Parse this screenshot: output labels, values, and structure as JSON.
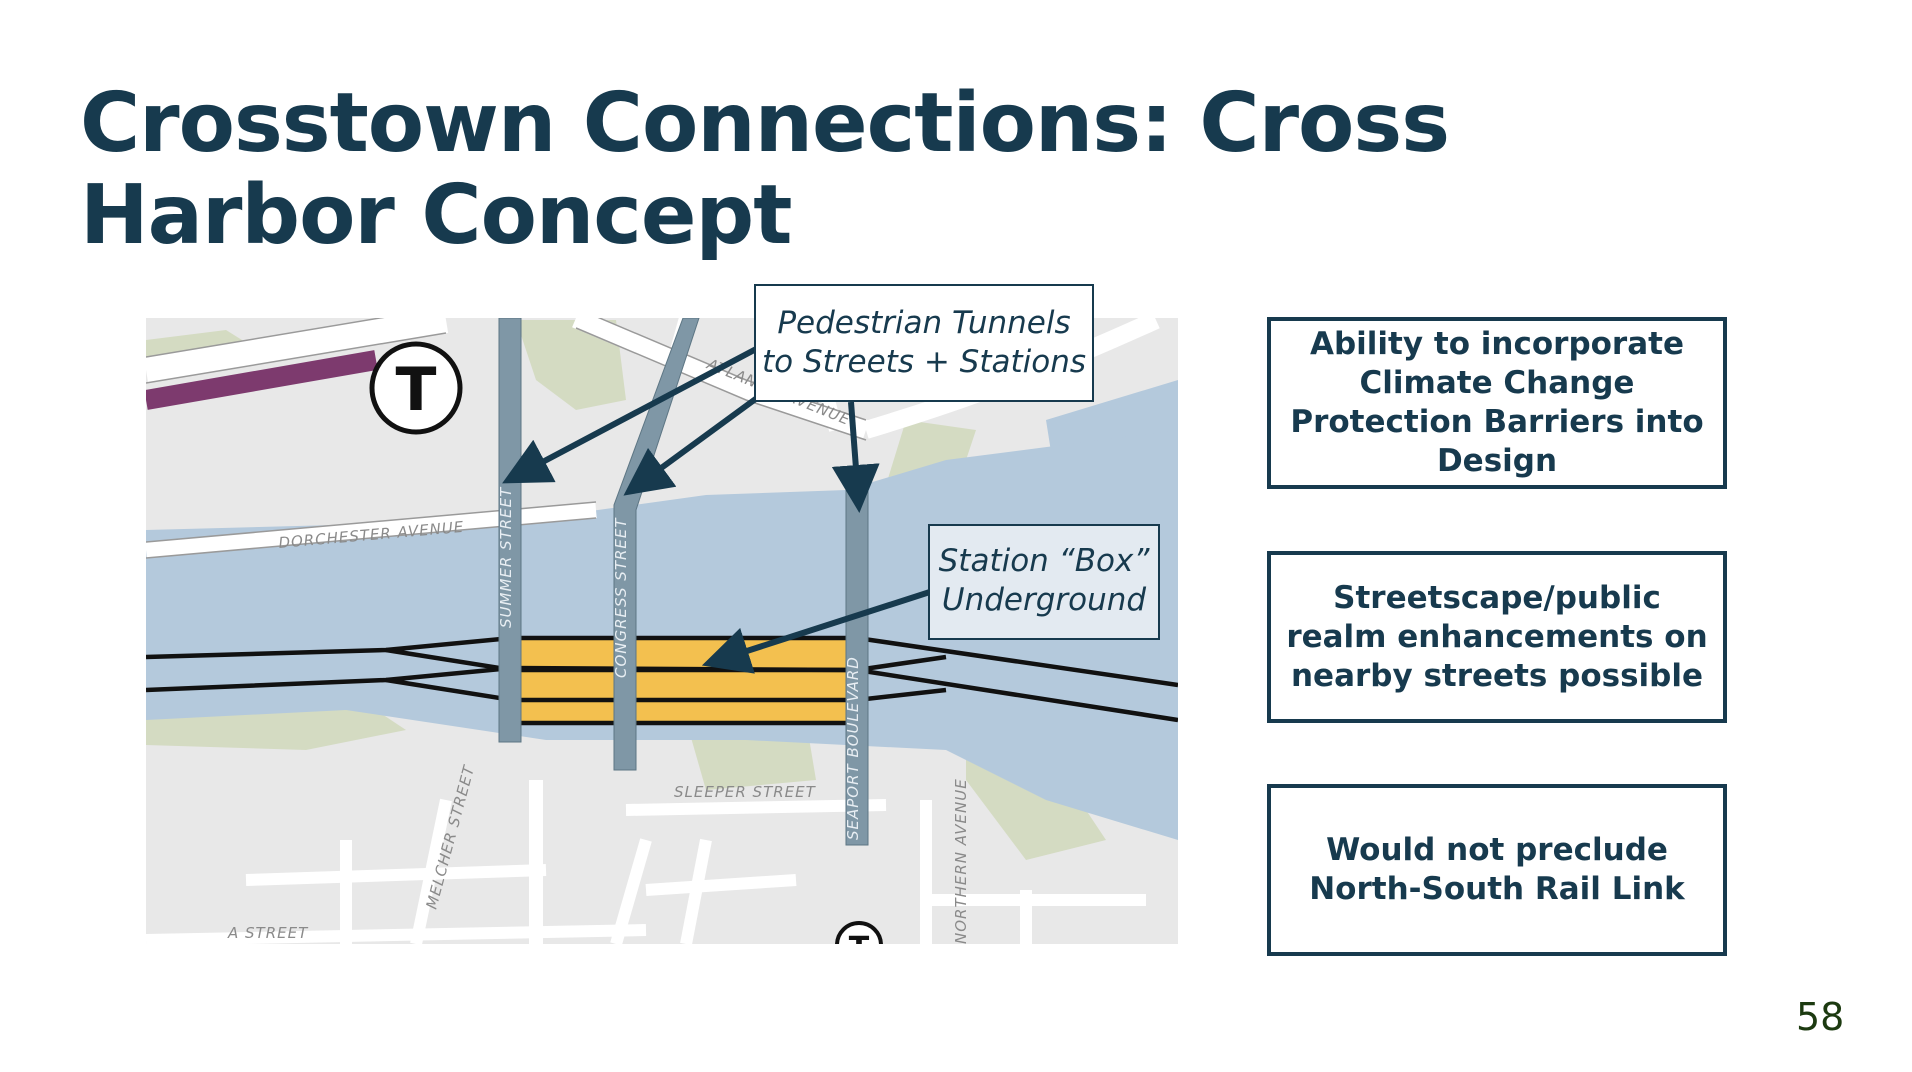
{
  "title": "Crosstown Connections: Cross Harbor Concept",
  "map": {
    "callout_pedestrian": [
      "Pedestrian Tunnels",
      "to Streets + Stations"
    ],
    "callout_station": [
      "Station “Box”",
      "Underground"
    ],
    "streets": {
      "summer": "SUMMER STREET",
      "congress": "CONGRESS STREET",
      "seaport": "SEAPORT BOULEVARD",
      "dorchester": "DORCHESTER AVENUE",
      "atlantic": "ATLANTIC AVENUE",
      "sleeper": "SLEEPER STREET",
      "melcher": "MELCHER STREET",
      "northern": "NORTHERN AVENUE",
      "a_street": "A STREET"
    },
    "t_logo": "T",
    "colors": {
      "water": "#b4c9dc",
      "land": "#e8e8e8",
      "park": "#d4dbc2",
      "station_box": "#f3c04f",
      "tunnel": "#7f97a6",
      "red_line": "#7d3a6e",
      "navy": "#173a4e"
    }
  },
  "boxes": [
    "Ability to incorporate Climate Change Protection Barriers into Design",
    "Streetscape/public realm enhancements on nearby streets possible",
    "Would not preclude North-South Rail Link"
  ],
  "page_number": "58"
}
